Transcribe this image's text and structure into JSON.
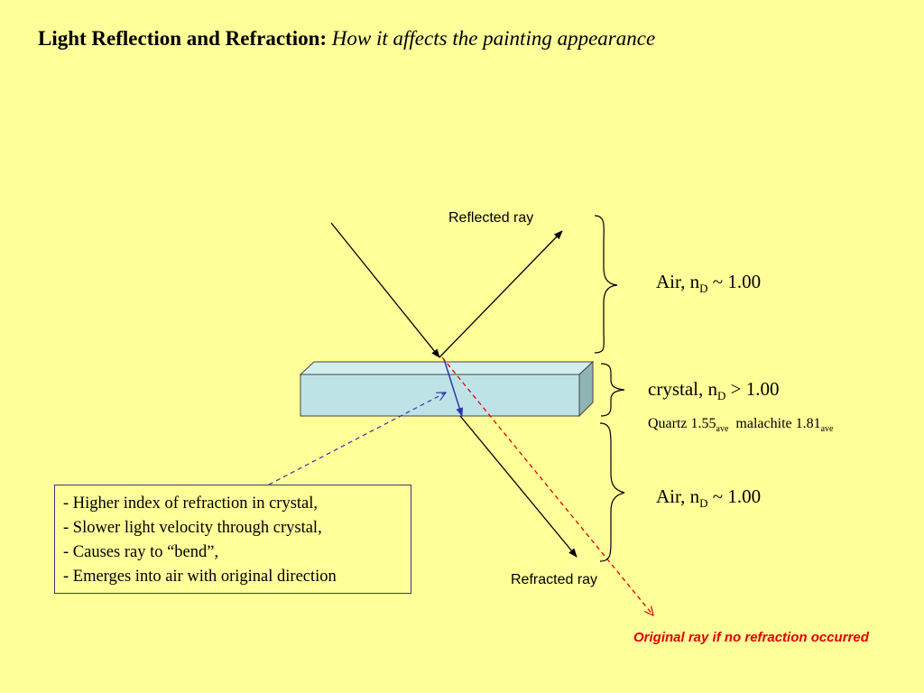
{
  "title": {
    "bold": "Light Reflection and Refraction:",
    "italic": "How it affects the painting appearance"
  },
  "labels": {
    "reflected_ray": "Reflected ray",
    "refracted_ray": "Refracted ray",
    "original_ray": "Original ray if no refraction occurred"
  },
  "media": {
    "air_top": {
      "name": "Air,  n",
      "sub": "D",
      "rest": " ~ 1.00"
    },
    "crystal": {
      "name": "crystal,  n",
      "sub": "D",
      "rest": " > 1.00"
    },
    "air_bottom": {
      "name": "Air,  n",
      "sub": "D",
      "rest": " ~ 1.00"
    }
  },
  "minerals": {
    "quartz": "Quartz 1.55",
    "quartz_sub": "ave",
    "malachite": "malachite 1.81",
    "malachite_sub": "ave"
  },
  "note_lines": [
    "- Higher index of refraction in crystal,",
    "- Slower light velocity through crystal,",
    "- Causes ray to “bend”,",
    "- Emerges into air with original direction"
  ],
  "colors": {
    "background": "#FFFF99",
    "crystal_fill": "#BDE3E6",
    "crystal_side": "#8FB4B4",
    "refraction_ray": "#3333AA",
    "original_ray": "#E00000",
    "note_border": "#3a3a7a"
  }
}
